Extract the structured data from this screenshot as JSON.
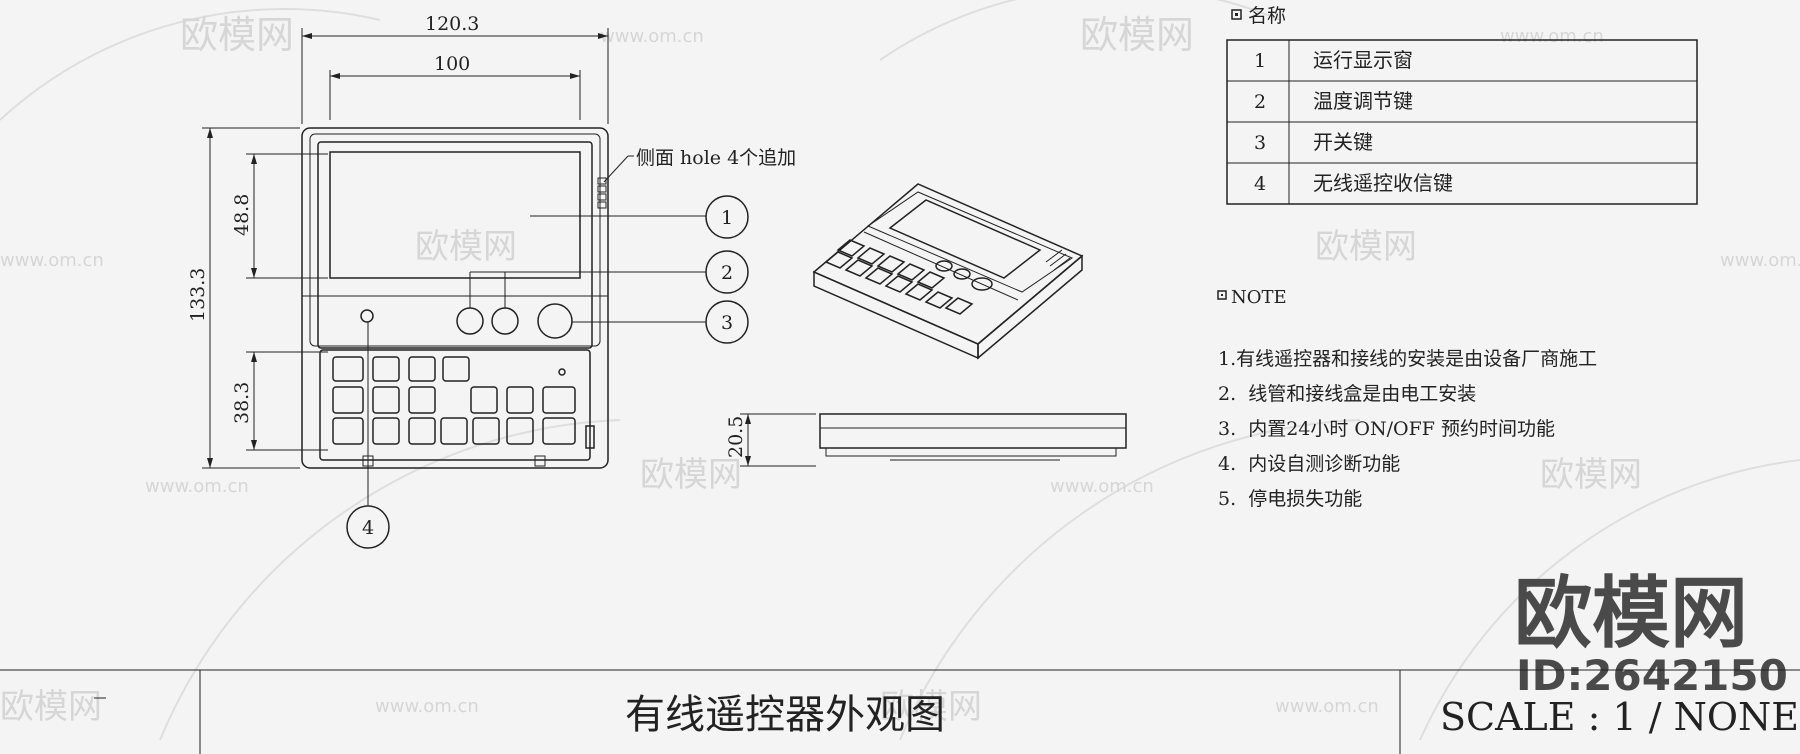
{
  "dimensions": {
    "overall_width": "120.3",
    "inner_width": "100",
    "overall_height": "133.3",
    "window_height": "48.8",
    "keypad_height": "38.3",
    "depth": "20.5"
  },
  "callout_note": "侧面 hole 4个追加",
  "balloons": [
    "1",
    "2",
    "3",
    "4"
  ],
  "legend": {
    "title": "名称",
    "rows": [
      {
        "no": "1",
        "name": "运行显示窗"
      },
      {
        "no": "2",
        "name": "温度调节键"
      },
      {
        "no": "3",
        "name": "开关键"
      },
      {
        "no": "4",
        "name": "无线遥控收信键"
      }
    ]
  },
  "notes": {
    "title": "NOTE",
    "items": [
      "1.有线遥控器和接线的安装是由设备厂商施工",
      "2.  线管和接线盒是由电工安装",
      "3.  内置24小时 ON/OFF 预约时间功能",
      "4.  内设自测诊断功能",
      "5.  停电损失功能"
    ]
  },
  "title_block": {
    "drawing_title": "有线遥控器外观图",
    "scale": "SCALE : 1 / NONE"
  },
  "watermark": {
    "brand": "欧模网",
    "site": "www.om.cn",
    "id": "ID:2642150"
  }
}
